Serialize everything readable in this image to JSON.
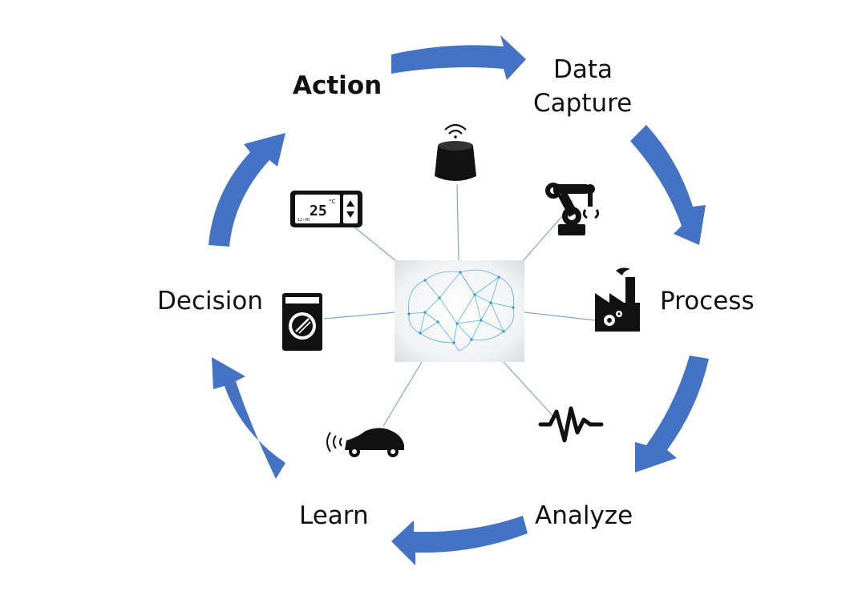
{
  "diagram": {
    "stages": {
      "action": "Action",
      "data_capture_line1": "Data",
      "data_capture_line2": "Capture",
      "process": "Process",
      "analyze": "Analyze",
      "learn": "Learn",
      "decision": "Decision"
    },
    "thermostat_reading": "25",
    "thermostat_unit": "°C",
    "thermostat_time": "12:00",
    "colors": {
      "arrow": "#4472C4",
      "connector": "#7FA8D8",
      "icon": "#111111",
      "brain_line": "#3FA7D6"
    },
    "icons": [
      "smart-speaker-icon",
      "robot-arm-icon",
      "factory-icon",
      "heartbeat-icon",
      "car-icon",
      "washing-machine-icon",
      "thermostat-icon",
      "brain-network-icon"
    ]
  }
}
